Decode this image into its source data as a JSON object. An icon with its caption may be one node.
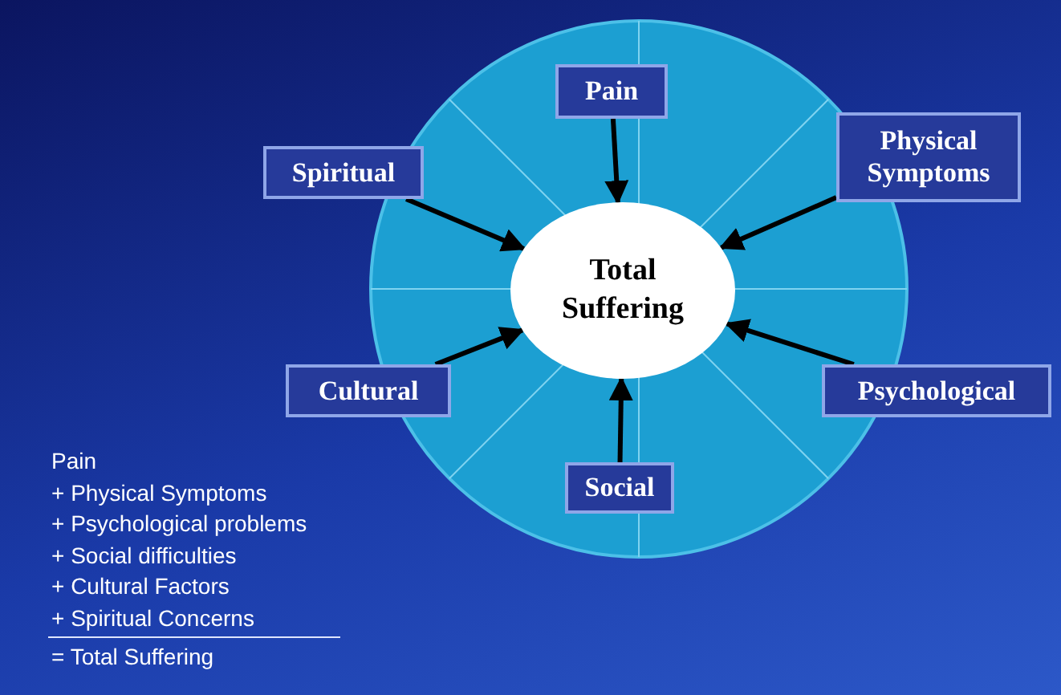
{
  "diagram": {
    "nodes": [
      {
        "text": [
          "Pain"
        ]
      },
      {
        "text": [
          "Spiritual"
        ]
      },
      {
        "text": [
          "Physical Symptoms"
        ]
      },
      {
        "text": [
          "Total Suffering"
        ]
      },
      {
        "text": [
          "Cultural"
        ]
      },
      {
        "text": [
          "Psychological"
        ]
      },
      {
        "text": [
          "Social"
        ]
      }
    ],
    "edges": [
      {
        "from": 0,
        "to": 3,
        "arrow": "to"
      },
      {
        "from": 1,
        "to": 3,
        "arrow": "to"
      },
      {
        "from": 2,
        "to": 3,
        "arrow": "to"
      },
      {
        "from": 4,
        "to": 3,
        "arrow": "to"
      },
      {
        "from": 5,
        "to": 3,
        "arrow": "to"
      },
      {
        "from": 6,
        "to": 3,
        "arrow": "to"
      }
    ],
    "labels": [
      "Pain",
      "+ Physical Symptoms",
      "+ Psychological problems",
      "+ Social difficulties",
      "+ Cultural Factors",
      "+ Spiritual Concerns",
      "= Total Suffering"
    ]
  }
}
